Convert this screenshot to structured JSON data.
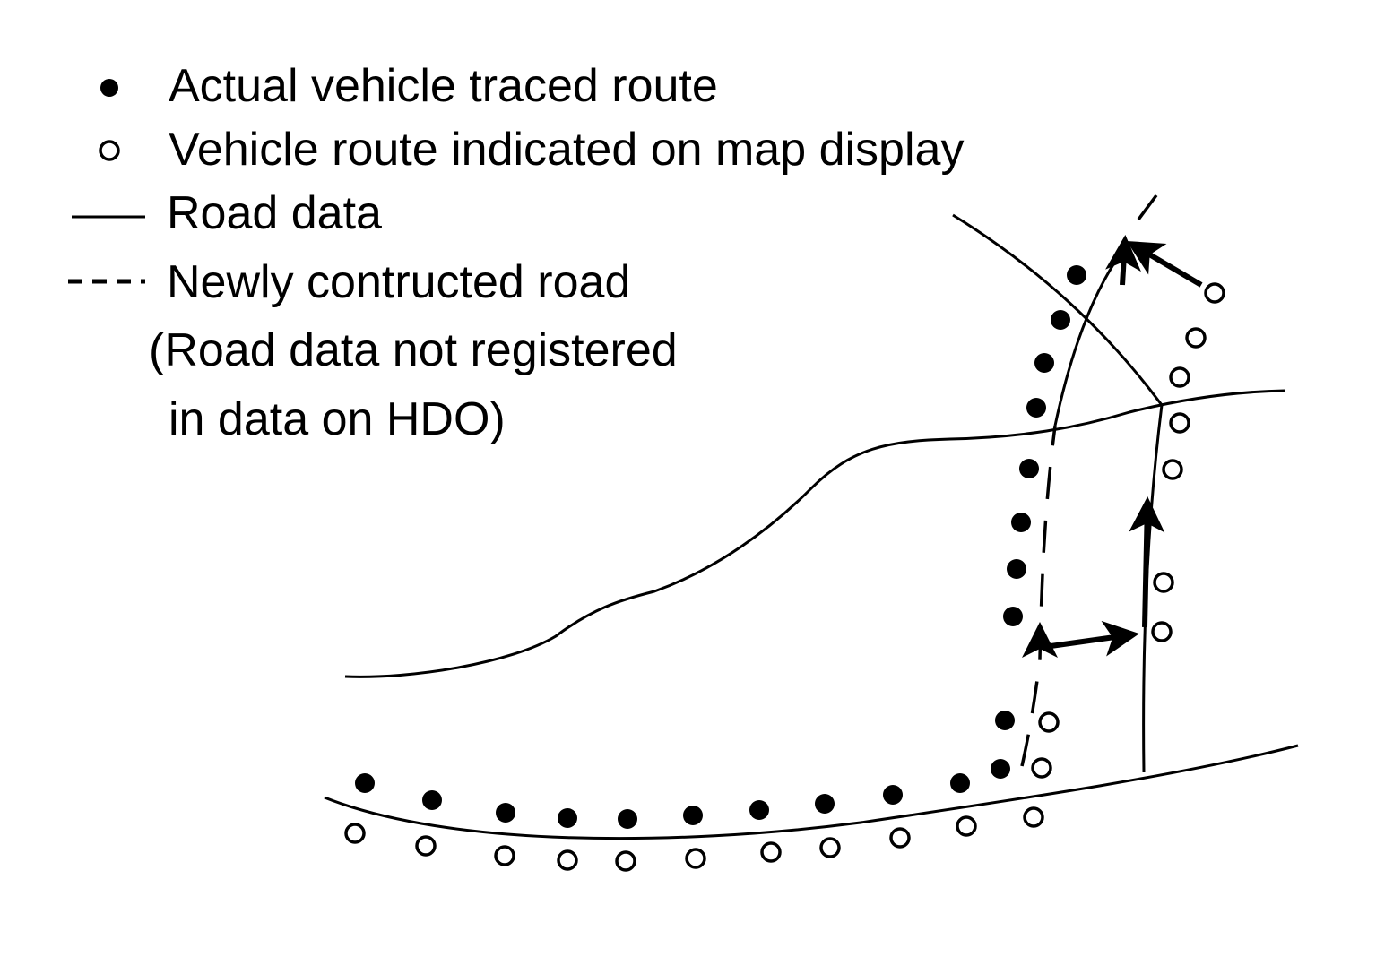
{
  "legend": {
    "actual_route": "Actual vehicle traced route",
    "display_route": "Vehicle route indicated on map display",
    "road_data": "Road data",
    "new_road": "Newly contructed road",
    "note_line1": "(Road data not registered",
    "note_line2": "in data on HDO)"
  },
  "colors": {
    "ink": "#000000",
    "background": "#ffffff"
  }
}
